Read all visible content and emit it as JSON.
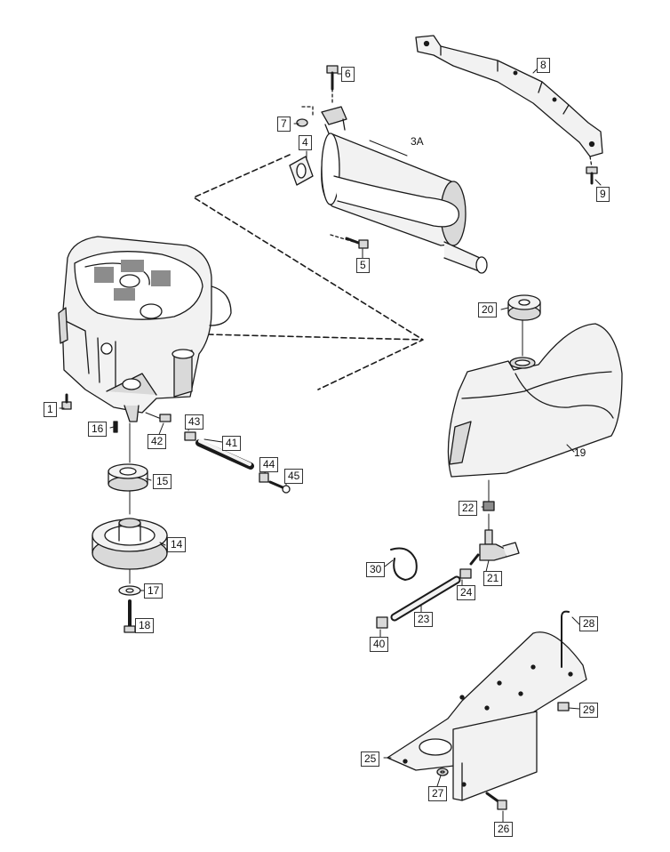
{
  "colors": {
    "line": "#1a1a1a",
    "fill_light": "#f2f2f2",
    "fill_mid": "#d9d9d9",
    "fill_dark": "#8c8c8c"
  },
  "parts": {
    "p1": "1",
    "p3a": "3A",
    "p4": "4",
    "p5": "5",
    "p6": "6",
    "p7": "7",
    "p8": "8",
    "p9": "9",
    "p14": "14",
    "p15": "15",
    "p16": "16",
    "p17": "17",
    "p18": "18",
    "p19": "19",
    "p20": "20",
    "p21": "21",
    "p22": "22",
    "p23": "23",
    "p24": "24",
    "p25": "25",
    "p26": "26",
    "p27": "27",
    "p28": "28",
    "p29": "29",
    "p30": "30",
    "p40": "40",
    "p41": "41",
    "p42": "42",
    "p43": "43",
    "p44": "44",
    "p45": "45"
  }
}
